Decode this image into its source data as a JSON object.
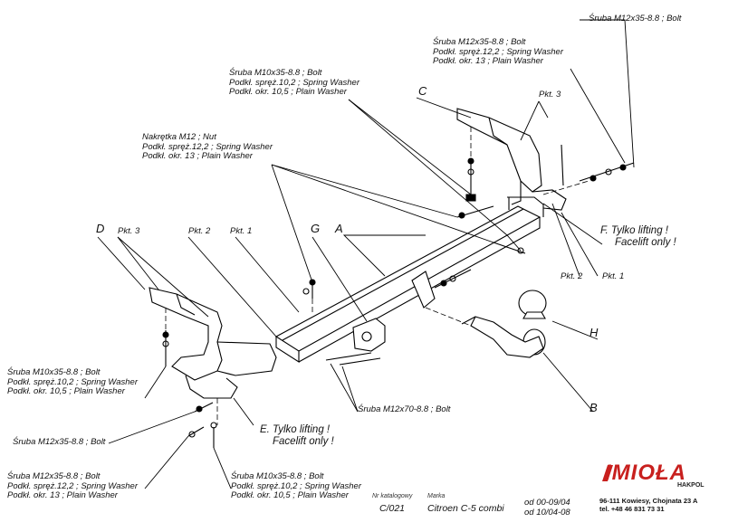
{
  "callouts": {
    "top_right_bolt": "Śruba M12x35-8.8  ;  Bolt",
    "top_right_set": [
      "Śruba M12x35-8.8 ;  Bolt",
      "Podkł. spręż.12,2 ; Spring Washer",
      "Podkł. okr. 13 ; Plain Washer"
    ],
    "top_center_set": [
      "Śruba M10x35-8.8 ;  Bolt",
      "Podkł. spręż.10,2 ; Spring Washer",
      "Podkł. okr. 10,5 ; Plain Washer"
    ],
    "nut_set": [
      "Nakrętka  M12 ; Nut",
      "Podkł. spręż.12,2 ; Spring Washer",
      "Podkł. okr. 13 ; Plain Washer"
    ],
    "left_mid_set": [
      "Śruba M10x35-8.8 ;  Bolt",
      "Podkł. spręż.10,2 ; Spring Washer",
      "Podkł. okr. 10,5 ; Plain Washer"
    ],
    "left_bolt": "Śruba M12x35-8.8   ;  Bolt",
    "bottom_left_set": [
      "Śruba M12x35-8.8 ;  Bolt",
      "Podkł. spręż.12,2 ; Spring Washer",
      "Podkł. okr. 13 ; Plain Washer"
    ],
    "bottom_mid_set": [
      "Śruba M10x35-8.8 ;  Bolt",
      "Podkł. spręż.10,2 ; Spring Washer",
      "Podkł. okr. 10,5 ; Plain Washer"
    ],
    "center_bolt": "Śruba M12x70-8.8   ;  Bolt"
  },
  "tags": {
    "A": "A",
    "B": "B",
    "C": "C",
    "D": "D",
    "G": "G",
    "H": "H"
  },
  "pkt": {
    "p1": "Pkt. 1",
    "p2": "Pkt. 2",
    "p3": "Pkt. 3"
  },
  "notes": {
    "f_line1": "F. Tylko lifting !",
    "f_line2": "Facelift only !",
    "e_line1": "E. Tylko lifting !",
    "e_line2": "Facelift only !"
  },
  "footer": {
    "catalog_label": "Nr katalogowy",
    "catalog_value": "C/021",
    "brand_label": "Marka",
    "brand_value": "Citroen C-5 combi",
    "date1": "od 00-09/04",
    "date2": "od 10/04-08"
  },
  "company": {
    "logo": "IMIOŁA",
    "logo_sub": "HAKPOL",
    "address": "96-111 Kowiesy, Chojnata 23 A",
    "phone": "tel. +48 46 831 73 31"
  }
}
